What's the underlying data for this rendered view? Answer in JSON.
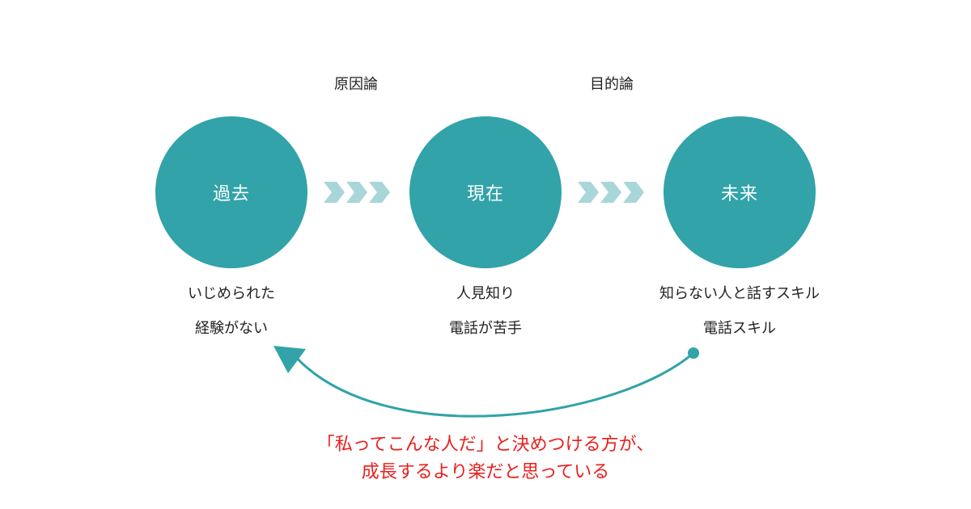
{
  "theory_labels": {
    "left": "原因論",
    "right": "目的論"
  },
  "stages": {
    "past": {
      "label": "過去",
      "details": [
        "いじめられた",
        "経験がない"
      ]
    },
    "present": {
      "label": "現在",
      "details": [
        "人見知り",
        "電話が苦手"
      ]
    },
    "future": {
      "label": "未来",
      "details": [
        "知らない人と話すスキル",
        "電話スキル"
      ]
    }
  },
  "note": {
    "line1": "「私ってこんな人だ」と決めつける方が、",
    "line2": "成長するより楽だと思っている"
  },
  "colors": {
    "circle": "#31a3a9",
    "chevron": "#a8d6d9",
    "arrow": "#31a3a9",
    "note_text": "#e8201e"
  }
}
